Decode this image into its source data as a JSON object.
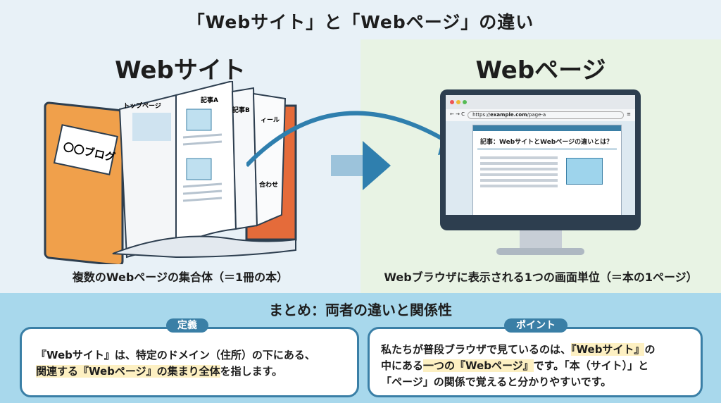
{
  "title": "「Webサイト」と「Webページ」の違い",
  "left": {
    "heading": "Webサイト",
    "caption": "複数のWebページの集合体（＝1冊の本）",
    "book_label": "〇〇ブログ",
    "pages": [
      "トップページ",
      "記事A",
      "記事B",
      "ィール",
      "合わせ"
    ]
  },
  "right": {
    "heading": "Webページ",
    "caption": "Webブラウザに表示される1つの画面単位（＝本の1ページ）",
    "url_prefix": "https://",
    "url_domain": "example.com",
    "url_path": "/page-a",
    "article_title": "記事：WebサイトとWebページの違いとは？"
  },
  "summary": {
    "title": "まとめ：両者の違いと関係性",
    "definition": {
      "badge": "定義",
      "line1": "『Webサイト』は、特定のドメイン（住所）の下にある、",
      "line2_hl": "関連する『Webページ』の集まり全体",
      "line2_rest": "を指します。"
    },
    "point": {
      "badge": "ポイント",
      "l1a": "私たちが普段ブラウザで見ているのは、",
      "l1b": "『Webサイト』",
      "l1c": "の",
      "l2a": "中にある",
      "l2b": "一つの『Webページ』",
      "l2c": "です。「本（サイト）」と",
      "l3": "「ページ」の関係で覚えると分かりやすいです。"
    }
  },
  "colors": {
    "accent": "#3a7fa6",
    "book": "#f0a04b",
    "bottom": "#a8d8ec",
    "highlight": "#fdf0c2"
  }
}
